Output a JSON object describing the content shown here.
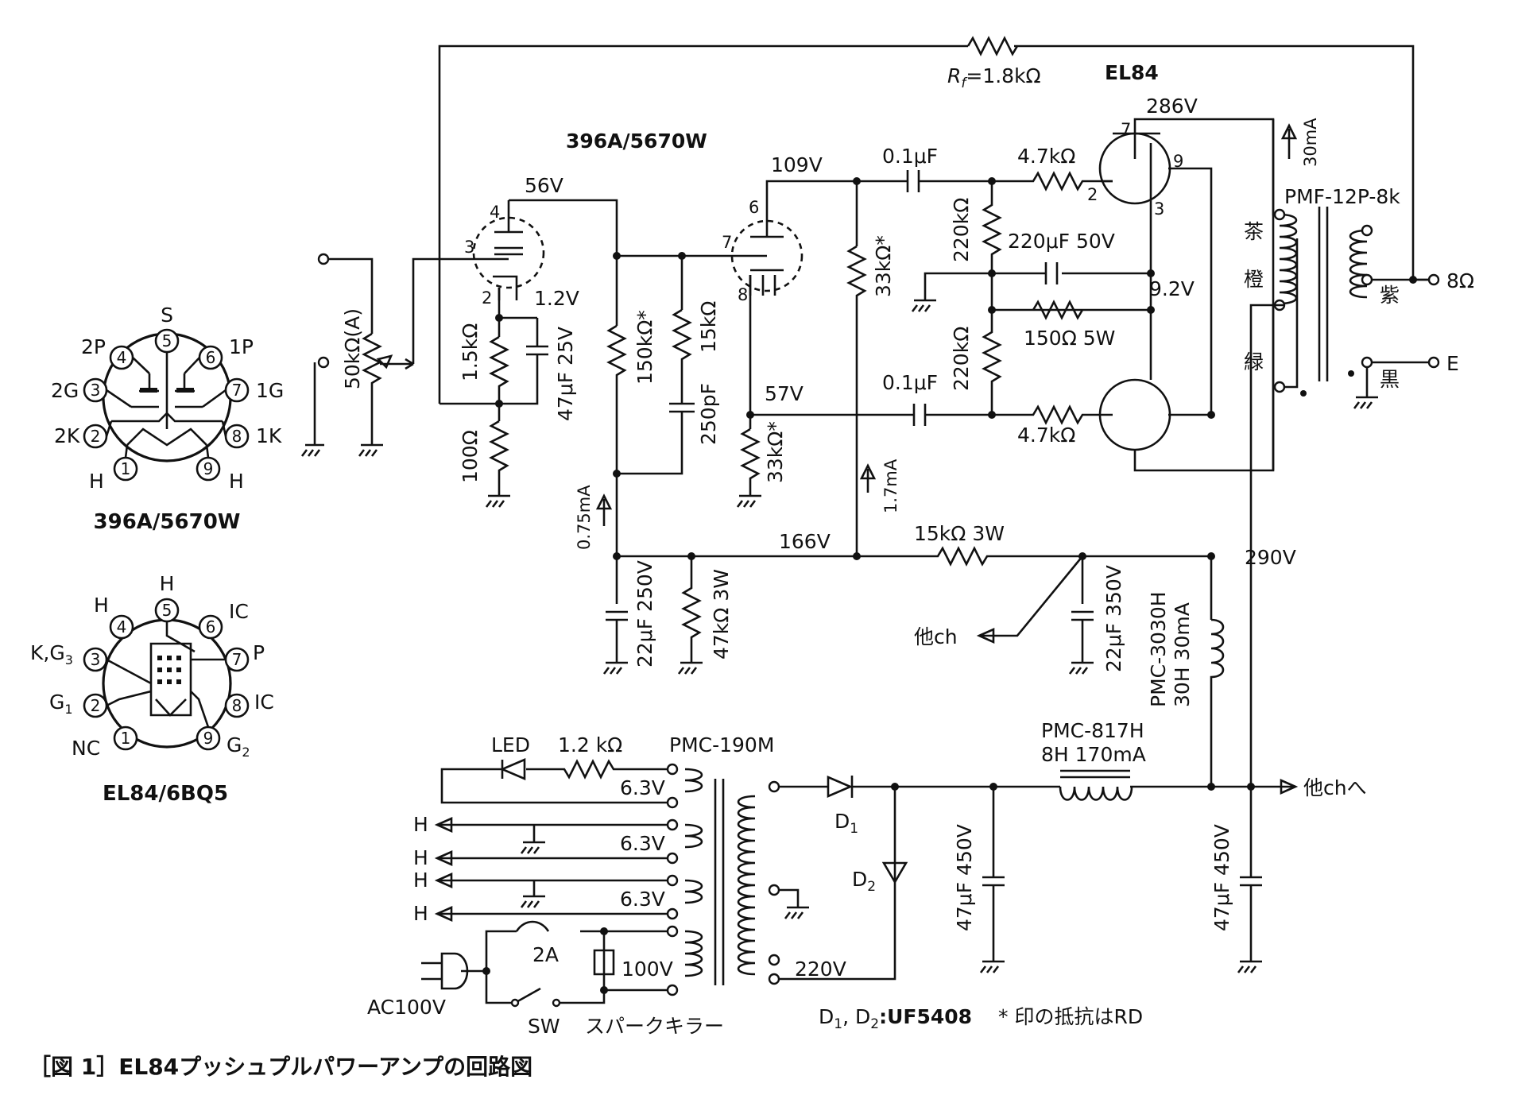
{
  "caption": "［図 1］EL84プッシュプルパワーアンプの回路図",
  "tubes": {
    "driver_title": "396A/5670W",
    "output_title": "EL84"
  },
  "feedback_resistor": {
    "sym": "R",
    "sub": "f",
    "value": "=1.8kΩ"
  },
  "voltages": {
    "v56": "56V",
    "v1_2": "1.2V",
    "v109": "109V",
    "v57": "57V",
    "v166": "166V",
    "v286": "286V",
    "v9_2": "9.2V",
    "v290": "290V",
    "v220": "220V",
    "v6_3a": "6.3V",
    "v6_3b": "6.3V",
    "v6_3c": "6.3V",
    "v100": "100V"
  },
  "currents": {
    "i075": "0.75mA",
    "i17": "1.7mA",
    "i30": "30mA"
  },
  "components": {
    "vol": "50kΩ(A)",
    "r1k5": "1.5kΩ",
    "r100": "100Ω",
    "c47u25": "47μF 25V",
    "r150k": "150kΩ",
    "star": "*",
    "r15k": "15kΩ",
    "c250p": "250pF",
    "r33k_a": "33kΩ",
    "r33k_b": "33kΩ",
    "c01a": "0.1μF",
    "c01b": "0.1μF",
    "r4k7a": "4.7kΩ",
    "r4k7b": "4.7kΩ",
    "r220k_a": "220kΩ",
    "r220k_b": "220kΩ",
    "c220u": "220μF 50V",
    "r150": "150Ω 5W",
    "r15k3w": "15kΩ  3W",
    "c22u250": "22μF 250V",
    "r47k3w": "47kΩ  3W",
    "c22u350": "22μF 350V",
    "choke1_name": "PMC-3030H",
    "choke1_spec": "30H 30mA",
    "choke2_name": "PMC-817H",
    "choke2_spec": "8H 170mA",
    "opt": "PMF-12P-8k",
    "pt": "PMC-190M",
    "led": "LED",
    "r1k2": "1.2 kΩ",
    "d1": "D",
    "d1_sub": "1",
    "d2": "D",
    "d2_sub": "2",
    "c47u450a": "47μF 450V",
    "c47u450b": "47μF 450V",
    "fuse": "2A",
    "sw": "SW",
    "spark": "スパークキラー",
    "ac": "AC100V",
    "diode_note_pre": "D",
    "diode_note_s1": "1",
    "diode_note_mid": ", D",
    "diode_note_s2": "2",
    "diode_note_val": ":UF5408",
    "rd_note": "* 印の抵抗はRD",
    "other_ch": "他ch",
    "other_ch_to": "他chへ",
    "out_8": "8Ω",
    "out_e": "E",
    "wire_cha": "茶",
    "wire_dai": "橙",
    "wire_midori": "緑",
    "wire_murasaki": "紫",
    "wire_kuro": "黒",
    "h": "H"
  },
  "pin_396a": {
    "title": "396A/5670W",
    "p_s": "S",
    "p_2p": "2P",
    "p_1p": "1P",
    "p_2g": "2G",
    "p_1g": "1G",
    "p_2k": "2K",
    "p_1k": "1K",
    "p_h1": "H",
    "p_h2": "H",
    "n1": "1",
    "n2": "2",
    "n3": "3",
    "n4": "4",
    "n5": "5",
    "n6": "6",
    "n7": "7",
    "n8": "8",
    "n9": "9"
  },
  "pin_el84": {
    "title": "EL84/6BQ5",
    "p_h5": "H",
    "p_h4": "H",
    "p_ic6": "IC",
    "p_kg3": "K,G",
    "p_kg3_sub": "3",
    "p_p": "P",
    "p_g1": "G",
    "p_g1_sub": "1",
    "p_ic8": "IC",
    "p_nc": "NC",
    "p_g2": "G",
    "p_g2_sub": "2",
    "n1": "1",
    "n2": "2",
    "n3": "3",
    "n4": "4",
    "n5": "5",
    "n6": "6",
    "n7": "7",
    "n8": "8",
    "n9": "9"
  },
  "pins_schem": {
    "a4": "4",
    "a3": "3",
    "a2": "2",
    "b6": "6",
    "b7": "7",
    "b8": "8",
    "e7": "7",
    "e9": "9",
    "e2": "2",
    "e3": "3"
  }
}
